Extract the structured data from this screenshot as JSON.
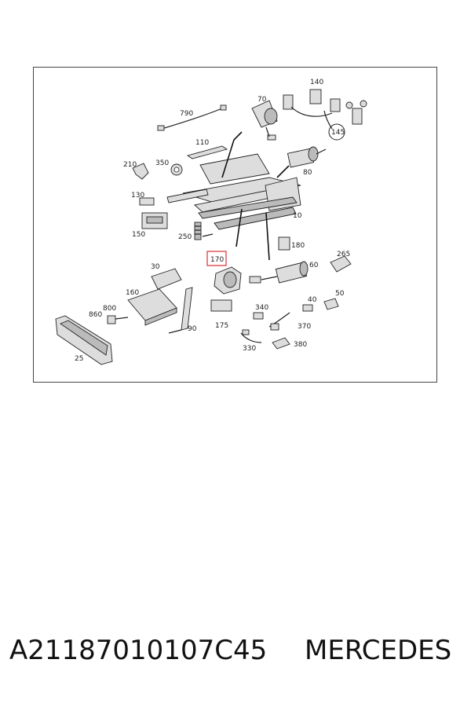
{
  "diagram": {
    "callouts": [
      "790",
      "70",
      "140",
      "145",
      "110",
      "210",
      "350",
      "80",
      "130",
      "150",
      "250",
      "180",
      "170",
      "60",
      "265",
      "30",
      "160",
      "800",
      "860",
      "90",
      "175",
      "340",
      "40",
      "50",
      "370",
      "330",
      "380",
      "25",
      "10"
    ],
    "highlighted_callout": "170",
    "highlight_color": "#d8302f"
  },
  "caption": {
    "part_number": "A21187010107C45",
    "brand": "MERCEDES"
  }
}
